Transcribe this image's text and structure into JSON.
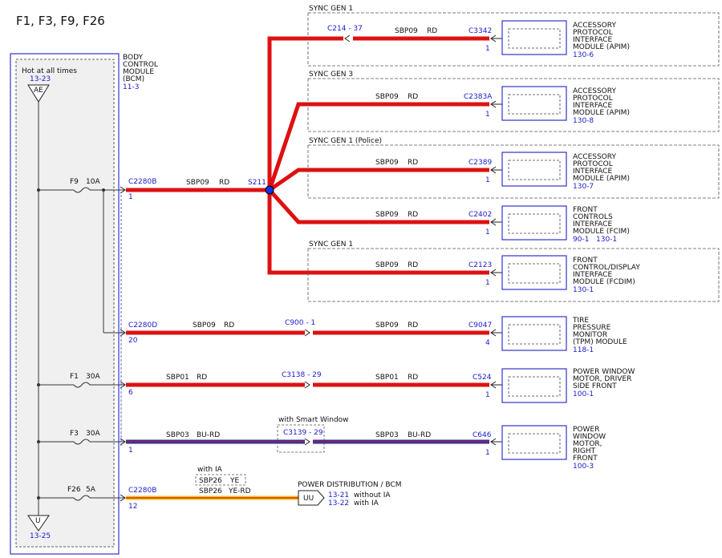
{
  "title": "F1, F3, F9, F26",
  "bcm": {
    "name_lines": [
      "BODY",
      "CONTROL",
      "MODULE",
      "(BCM)"
    ],
    "ref": "11-3",
    "hot_label": "Hot at all times",
    "hot_ref": "13-23",
    "top_terminal": "AE",
    "bottom_terminal": "U",
    "bottom_ref": "13-25"
  },
  "fuses": {
    "f9": {
      "name": "F9",
      "rating": "10A"
    },
    "f1": {
      "name": "F1",
      "rating": "30A"
    },
    "f3": {
      "name": "F3",
      "rating": "30A"
    },
    "f26": {
      "name": "F26",
      "rating": "5A"
    }
  },
  "main_circuit": {
    "connector": "C2280B",
    "pin": "1",
    "circuit": "SBP09",
    "color": "RD",
    "splice": "S211"
  },
  "sync_branches": [
    {
      "group": "SYNC GEN 1",
      "inline_conn": "C214 - 37",
      "circuit": "SBP09",
      "color": "RD",
      "connector": "C3342",
      "pin": "1",
      "module_lines": [
        "ACCESSORY",
        "PROTOCOL",
        "INTERFACE",
        "MODULE (APIM)"
      ],
      "ref": "130-6"
    },
    {
      "group": "SYNC GEN 3",
      "circuit": "SBP09",
      "color": "RD",
      "connector": "C2383A",
      "pin": "1",
      "module_lines": [
        "ACCESSORY",
        "PROTOCOL",
        "INTERFACE",
        "MODULE (APIM)"
      ],
      "ref": "130-8"
    },
    {
      "group": "SYNC GEN 1 (Police)",
      "circuit": "SBP09",
      "color": "RD",
      "connector": "C2389",
      "pin": "1",
      "module_lines": [
        "ACCESSORY",
        "PROTOCOL",
        "INTERFACE",
        "MODULE (APIM)"
      ],
      "ref": "130-7"
    },
    {
      "circuit": "SBP09",
      "color": "RD",
      "connector": "C2402",
      "pin": "1",
      "module_lines": [
        "FRONT",
        "CONTROLS",
        "INTERFACE",
        "MODULE (FCIM)"
      ],
      "ref": "90-1   130-1"
    },
    {
      "group": "SYNC GEN 1",
      "circuit": "SBP09",
      "color": "RD",
      "connector": "C2123",
      "pin": "1",
      "module_lines": [
        "FRONT",
        "CONTROL/DISPLAY",
        "INTERFACE",
        "MODULE (FCDIM)"
      ],
      "ref": "130-1"
    }
  ],
  "circuits": [
    {
      "id": "tpm",
      "bcm_conn": "C2280D",
      "bcm_pin": "20",
      "circuit": "SBP09",
      "color": "RD",
      "inline_conn": "C900 - 1",
      "circuit2": "SBP09",
      "color2": "RD",
      "module_conn": "C9047",
      "module_pin": "4",
      "module_lines": [
        "TIRE",
        "PRESSURE",
        "MONITOR",
        "(TPM) MODULE"
      ],
      "ref": "118-1"
    },
    {
      "id": "pwm-driver",
      "bcm_pin": "6",
      "circuit": "SBP01",
      "color": "RD",
      "inline_conn": "C3138 - 29",
      "circuit2": "SBP01",
      "color2": "RD",
      "module_conn": "C524",
      "module_pin": "1",
      "module_lines": [
        "POWER WINDOW",
        "MOTOR, DRIVER",
        "SIDE FRONT"
      ],
      "ref": "100-1"
    },
    {
      "id": "pwm-right",
      "bcm_pin": "1",
      "circuit": "SBP03",
      "color": "BU-RD",
      "option": "with Smart Window",
      "inline_conn": "C3139 - 29",
      "circuit2": "SBP03",
      "color2": "BU-RD",
      "module_conn": "C646",
      "module_pin": "1",
      "module_lines": [
        "POWER",
        "WINDOW",
        "MOTOR,",
        "RIGHT",
        "FRONT"
      ],
      "ref": "100-3"
    },
    {
      "id": "power-dist",
      "bcm_conn": "C2280B",
      "bcm_pin": "12",
      "option": "with IA",
      "alt_circuit": "SBP26",
      "alt_color": "YE",
      "circuit": "SBP26",
      "color": "YE-RD",
      "dest": "POWER DISTRIBUTION / BCM",
      "dest_terminal": "UU",
      "dest_refs": [
        {
          "ref": "13-21",
          "note": "without IA"
        },
        {
          "ref": "13-22",
          "note": "with IA"
        }
      ]
    }
  ],
  "colors": {
    "red_wire": "#dd1111",
    "blue_wire": "#2233aa",
    "yellow_wire": "#e8c020",
    "link_blue": "#1a1acc",
    "module_border": "#3333cc",
    "splice_dot": "#1133ee"
  }
}
